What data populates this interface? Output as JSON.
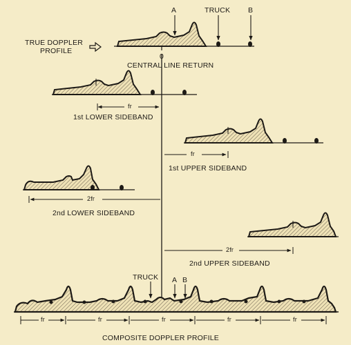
{
  "labels": {
    "true_profile_line1": "TRUE DOPPLER",
    "true_profile_line2": "PROFILE",
    "target_a": "A",
    "target_truck": "TRUCK",
    "target_b": "B",
    "zero": "0",
    "central_line_return": "CENTRAL LINE RETURN",
    "fr": "fr",
    "two_fr": "2fr",
    "first_lower": "1st LOWER SIDEBAND",
    "first_upper": "1st UPPER SIDEBAND",
    "second_lower": "2nd LOWER SIDEBAND",
    "second_upper": "2nd UPPER SIDEBAND",
    "composite_truck": "TRUCK",
    "composite_a": "A",
    "composite_b": "B",
    "composite_title": "COMPOSITE DOPPLER PROFILE"
  },
  "colors": {
    "ink": "#1d1a16",
    "paper": "#f5ecc8",
    "hatch": "#6b6150"
  }
}
